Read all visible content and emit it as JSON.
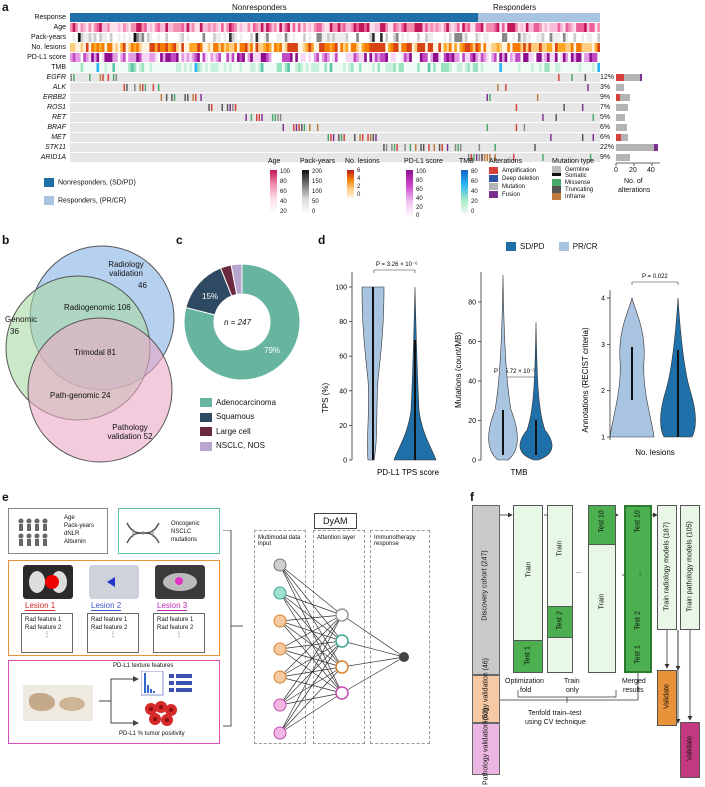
{
  "panel_a": {
    "label": "a",
    "group_nonresponders": "Nonresponders",
    "group_responders": "Responders",
    "clinical_rows": [
      "Response",
      "Age",
      "Pack-years",
      "No. lesions",
      "PD-L1 score",
      "TMB"
    ],
    "gene_rows": [
      "EGFR",
      "ALK",
      "ERBB2",
      "ROS1",
      "RET",
      "BRAF",
      "MET",
      "STK11",
      "ARID1A"
    ],
    "gene_percent": [
      "12%",
      "3%",
      "9%",
      "7%",
      "5%",
      "6%",
      "6%",
      "22%",
      "9%"
    ],
    "alt_axis_ticks": [
      "0",
      "20",
      "40"
    ],
    "alt_axis_label_1": "No. of",
    "alt_axis_label_2": "alterations",
    "response_legend": [
      {
        "label": "Nonresponders, (SD/PD)",
        "color": "#1f6fa8"
      },
      {
        "label": "Responders, (PR/CR)",
        "color": "#a9c4e0"
      }
    ],
    "scale_legends": [
      {
        "title": "Age",
        "ticks": [
          "100",
          "80",
          "60",
          "40",
          "20"
        ]
      },
      {
        "title": "Pack-years",
        "ticks": [
          "200",
          "150",
          "100",
          "50",
          "0"
        ]
      },
      {
        "title": "No. lesions",
        "ticks": [
          "6",
          "4",
          "2",
          "0"
        ]
      },
      {
        "title": "PD-L1 score",
        "ticks": [
          "100",
          "80",
          "60",
          "40",
          "20",
          "0"
        ]
      },
      {
        "title": "TMB",
        "ticks": [
          "80",
          "60",
          "40",
          "20",
          "0"
        ]
      }
    ],
    "alterations_title": "Alterations",
    "alterations": [
      {
        "label": "Amplification",
        "color": "#d6403a"
      },
      {
        "label": "Deep deletion",
        "color": "#2d55a6"
      },
      {
        "label": "Mutation",
        "color": "#b3b3b3"
      },
      {
        "label": "Fusion",
        "color": "#7b2f8e"
      }
    ],
    "mutation_type_title": "Mutation type",
    "mutation_types": [
      {
        "label": "Germline",
        "color": "#bbbbbb"
      },
      {
        "label": "Somatic",
        "color": "#111111"
      },
      {
        "label": "Missense",
        "color": "#4aa86a"
      },
      {
        "label": "Truncating",
        "color": "#555555"
      },
      {
        "label": "Inframe",
        "color": "#c07a3a"
      }
    ]
  },
  "panel_b": {
    "label": "b",
    "regions": {
      "radiology_validation": "Radiology validation",
      "radiology_validation_n": "46",
      "radiogenomic": "Radiogenomic 106",
      "genomic": "Genomic",
      "genomic_n": "36",
      "trimodal": "Trimodal 81",
      "path_genomic": "Path-genomic 24",
      "pathology_validation": "Pathology validation 52"
    }
  },
  "panel_c": {
    "label": "c",
    "center_text": "n = 247",
    "pct_big": "79%",
    "pct_small": "15%",
    "legend": [
      {
        "label": "Adenocarcinoma",
        "color": "#67b5a0"
      },
      {
        "label": "Squamous",
        "color": "#2e4a63"
      },
      {
        "label": "Large cell",
        "color": "#6b2a3d"
      },
      {
        "label": "NSCLC, NOS",
        "color": "#b9a6cf"
      }
    ]
  },
  "panel_d": {
    "label": "d",
    "legend": [
      {
        "label": "SD/PD",
        "color": "#1f6fa8"
      },
      {
        "label": "PR/CR",
        "color": "#a9c4e0"
      }
    ],
    "plot1": {
      "ylabel": "TPS (%)",
      "xlabel": "PD-L1 TPS score",
      "p": "P = 3.26 × 10⁻⁶",
      "ticks": [
        "0",
        "20",
        "40",
        "60",
        "80",
        "100"
      ]
    },
    "plot2": {
      "ylabel": "Mutations (count/MB)",
      "xlabel": "TMB",
      "p": "P = 5.72 × 10⁻³",
      "ticks": [
        "0",
        "20",
        "40",
        "60",
        "80"
      ]
    },
    "plot3": {
      "ylabel": "Annotations (RECIST criteria)",
      "xlabel": "No. lesions",
      "p": "P = 0.022",
      "ticks": [
        "1",
        "2",
        "3",
        "4"
      ]
    }
  },
  "panel_e": {
    "label": "e",
    "clinical": [
      "Age",
      "Pack-years",
      "dNLR",
      "Albumin"
    ],
    "oncogenic_1": "Oncogenic",
    "oncogenic_2": "NSCLC",
    "oncogenic_3": "mutations",
    "lesions": [
      {
        "label": "Lesion 1",
        "color": "#d62728"
      },
      {
        "label": "Lesion 2",
        "color": "#3a55c7"
      },
      {
        "label": "Lesion 3",
        "color": "#c128b4"
      }
    ],
    "rad_feature_1": "Rad feature 1",
    "rad_feature_2": "Rad feature 2",
    "dots": "⋮",
    "pdl1_texture": "PD-L1 texture features",
    "pdl1_positivity": "PD-L1 % tumor positivity",
    "dyam": "DyAM",
    "col_input": "Multimodal data input",
    "col_attention": "Attention layer",
    "col_response": "Immunotherapy response"
  },
  "panel_f": {
    "label": "f",
    "discovery": "Discovery cohort (247)",
    "radiology_val": "Radiology validation (46)",
    "pathology_val": "Pathology validation (52)",
    "train": "Train",
    "test1": "Test 1",
    "test2": "Test 2",
    "test10": "Test 10",
    "dots": "...",
    "optimization_fold_1": "Optimization",
    "optimization_fold_2": "fold",
    "train_only_1": "Train",
    "train_only_2": "only",
    "merged_1": "Merged",
    "merged_2": "results",
    "tenfold_1": "Tenfold train–test",
    "tenfold_2": "using CV technique",
    "train_radiology": "Train radiology models (187)",
    "train_pathology": "Train pathology models (105)",
    "validate": "Validate"
  }
}
